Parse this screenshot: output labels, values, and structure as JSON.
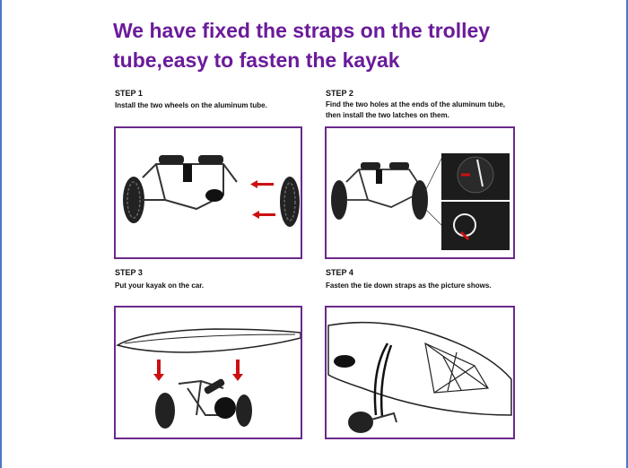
{
  "title": "We have fixed the straps on the trolley tube,easy to fasten the kayak",
  "steps": [
    {
      "label": "STEP 1",
      "description": "Install the two wheels on the aluminum tube."
    },
    {
      "label": "STEP 2",
      "description": "Find the two holes at the ends of the aluminum tube, then install the two latches on them."
    },
    {
      "label": "STEP 3",
      "description": "Put your kayak on the car."
    },
    {
      "label": "STEP 4",
      "description": "Fasten the tie down straps as the picture shows."
    }
  ],
  "colors": {
    "title": "#6a1b9a",
    "frame": "#6a2a8a",
    "arrow": "#cc1010"
  }
}
